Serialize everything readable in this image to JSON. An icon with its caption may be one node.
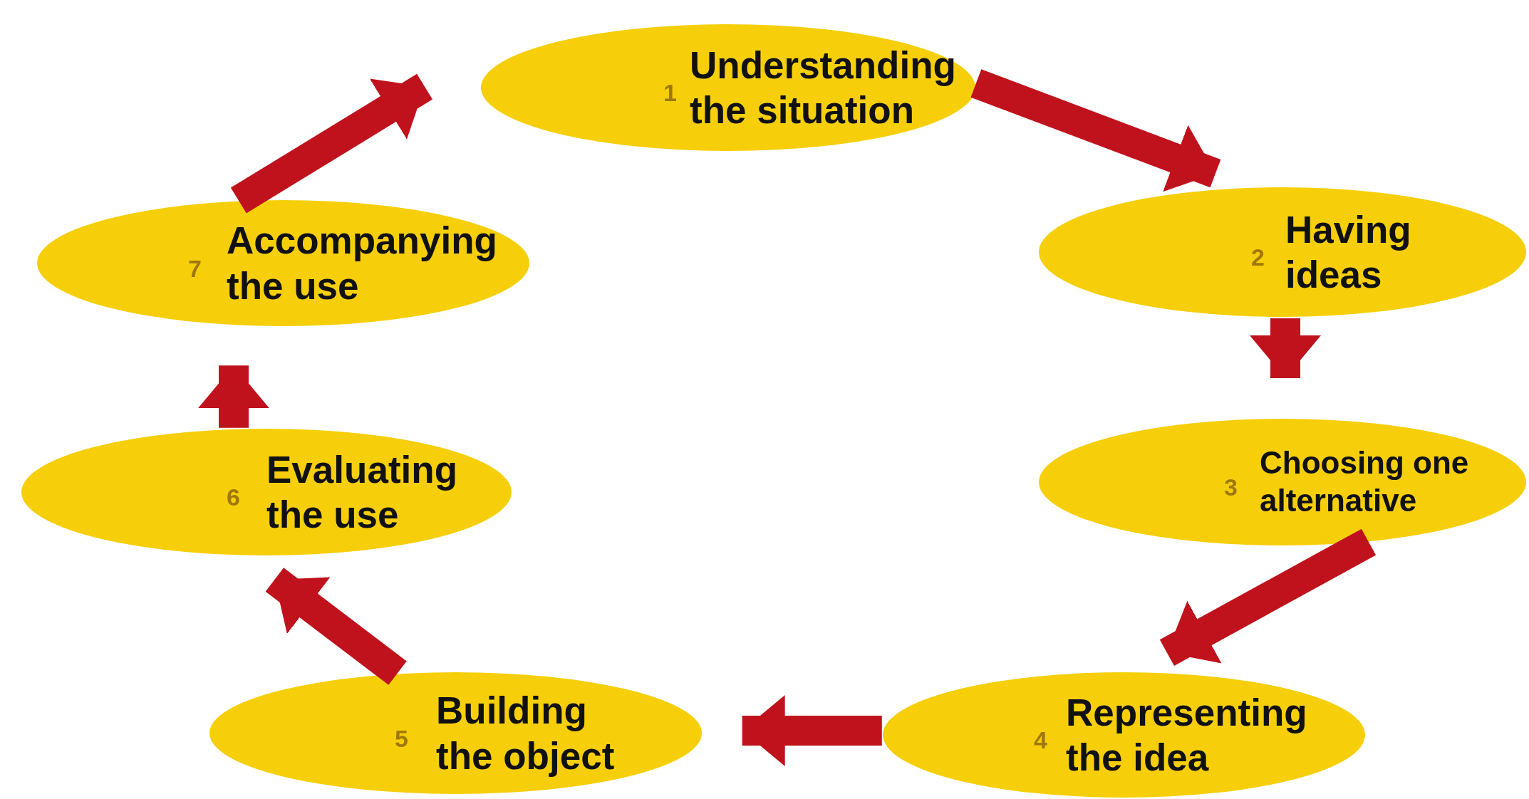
{
  "diagram": {
    "nodes": [
      {
        "text": [
          "1",
          "Understanding the situation"
        ]
      },
      {
        "text": [
          "2",
          "Having ideas"
        ]
      },
      {
        "text": [
          "3",
          "Choosing one alternative"
        ]
      },
      {
        "text": [
          "4",
          "Representing the idea"
        ]
      },
      {
        "text": [
          "5",
          "Building the object"
        ]
      },
      {
        "text": [
          "6",
          "Evaluating the use"
        ]
      },
      {
        "text": [
          "7",
          "Accompanying the use"
        ]
      }
    ],
    "edges": [
      {
        "from": 0,
        "to": 1,
        "arrow": "to"
      },
      {
        "from": 1,
        "to": 2,
        "arrow": "to"
      },
      {
        "from": 2,
        "to": 3,
        "arrow": "to"
      },
      {
        "from": 3,
        "to": 4,
        "arrow": "to"
      },
      {
        "from": 4,
        "to": 5,
        "arrow": "to"
      },
      {
        "from": 5,
        "to": 6,
        "arrow": "to"
      },
      {
        "from": 6,
        "to": 0,
        "arrow": "to"
      }
    ]
  }
}
